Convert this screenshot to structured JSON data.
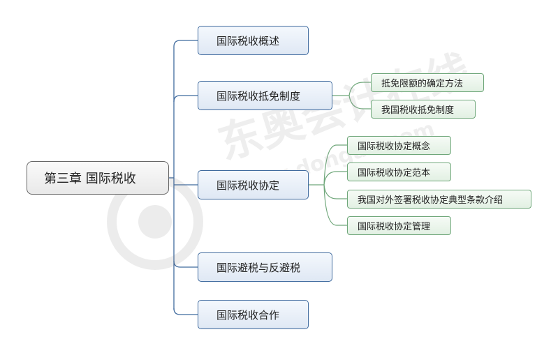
{
  "root": {
    "label": "第三章  国际税收"
  },
  "topics": [
    {
      "label": "国际税收概述",
      "children": []
    },
    {
      "label": "国际税收抵免制度",
      "children": [
        "抵免限额的确定方法",
        "我国税收抵免制度"
      ]
    },
    {
      "label": "国际税收协定",
      "children": [
        "国际税收协定概念",
        "国际税收协定范本",
        "我国对外签署税收协定典型条款介绍",
        "国际税收协定管理"
      ]
    },
    {
      "label": "国际避税与反避税",
      "children": []
    },
    {
      "label": "国际税收合作",
      "children": []
    }
  ],
  "watermark": {
    "name": "东奥会计在线",
    "url": "www.dongao.com"
  },
  "colors": {
    "topic_border": "#3f6a9e",
    "sub_border": "#6fa77a",
    "connector": "#3f6a9e",
    "sub_connector": "#6fa77a"
  }
}
